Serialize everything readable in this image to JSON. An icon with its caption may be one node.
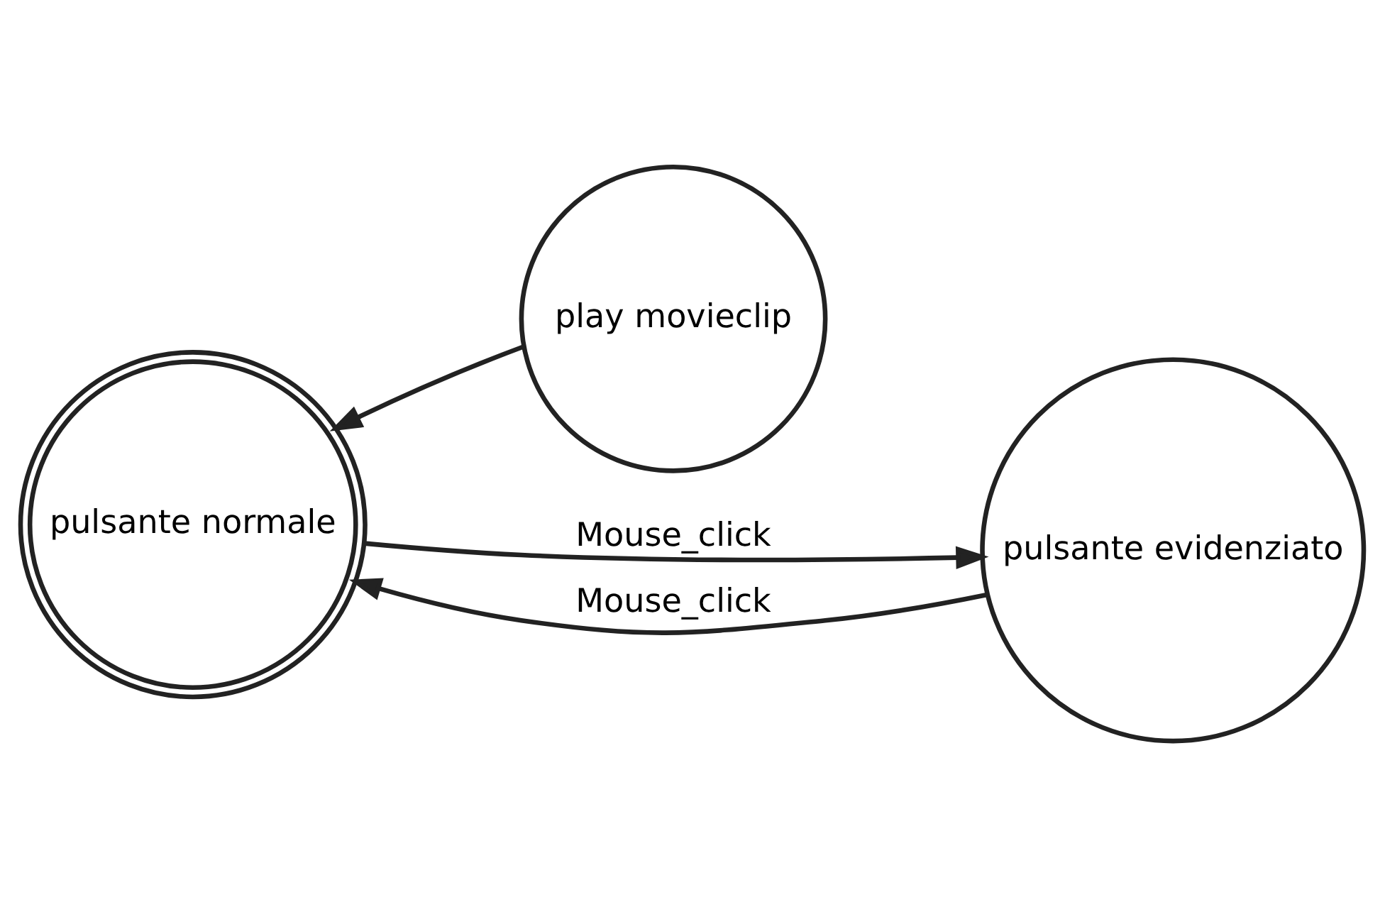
{
  "diagram": {
    "nodes": [
      {
        "text": [
          "pulsante normale"
        ]
      },
      {
        "text": [
          "play movieclip"
        ]
      },
      {
        "text": [
          "pulsante evidenziato"
        ]
      }
    ],
    "edges": [
      {
        "from": 0,
        "to": 2,
        "arrow": "to",
        "label": "Mouse_click"
      },
      {
        "from": 2,
        "to": 0,
        "arrow": "to",
        "label": "Mouse_click"
      },
      {
        "from": 1,
        "to": 0,
        "arrow": "to"
      }
    ]
  }
}
